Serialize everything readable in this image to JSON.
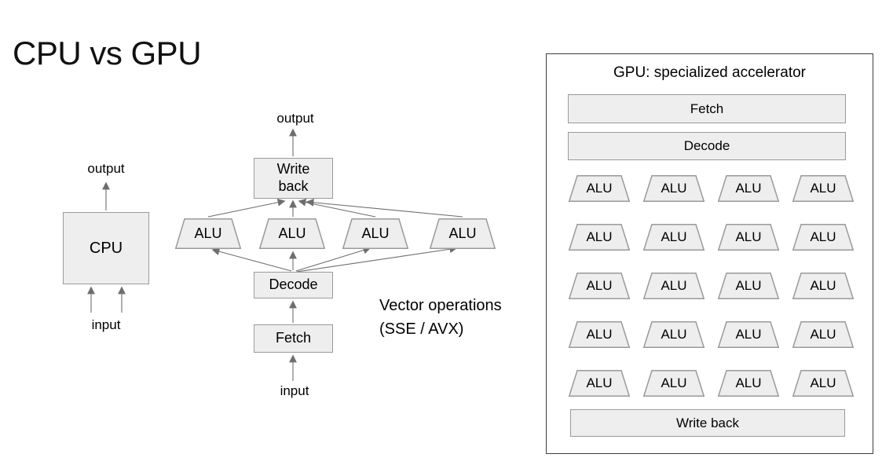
{
  "slide": {
    "title": "CPU vs GPU"
  },
  "cpu_diagram": {
    "box_label": "CPU",
    "output_label": "output",
    "input_label": "input"
  },
  "vector_pipeline": {
    "output_label": "output",
    "write_back_label": "Write back",
    "alu_label": "ALU",
    "alu_count": 4,
    "decode_label": "Decode",
    "fetch_label": "Fetch",
    "input_label": "input",
    "caption_line1": "Vector operations",
    "caption_line2": "(SSE / AVX)"
  },
  "gpu_panel": {
    "title": "GPU: specialized accelerator",
    "fetch_label": "Fetch",
    "decode_label": "Decode",
    "alu_label": "ALU",
    "grid_rows": 5,
    "grid_cols": 4,
    "write_back_label": "Write back"
  },
  "colors": {
    "background": "#ffffff",
    "box_fill": "#eeeeee",
    "box_border": "#9a9a9a",
    "arrow": "#6e6e6e",
    "panel_border": "#3d3d3d",
    "text": "#000000"
  }
}
